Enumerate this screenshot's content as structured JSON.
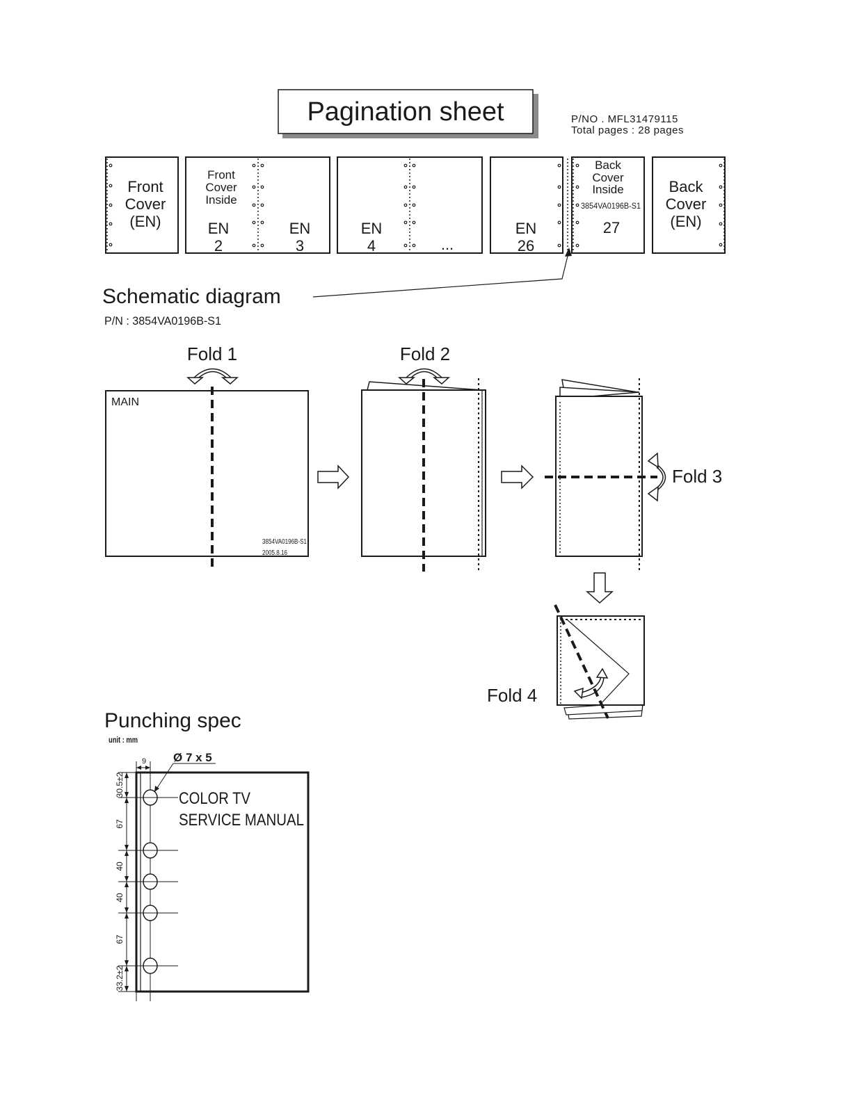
{
  "header": {
    "title": "Pagination sheet",
    "part_number": "P/NO . MFL31479115",
    "total_pages": "Total pages : 28 pages"
  },
  "pages": {
    "front_cover": [
      "Front",
      "Cover",
      "(EN)"
    ],
    "front_cover_inside": [
      "Front",
      "Cover",
      "Inside"
    ],
    "en2": [
      "EN",
      "2"
    ],
    "en3": [
      "EN",
      "3"
    ],
    "en4": [
      "EN",
      "4"
    ],
    "ellipsis": "...",
    "en26": [
      "EN",
      "26"
    ],
    "back_cover_inside": [
      "Back",
      "Cover",
      "Inside"
    ],
    "back_cover_inside_code": "3854VA0196B-S1",
    "page27": "27",
    "back_cover": [
      "Back",
      "Cover",
      "(EN)"
    ]
  },
  "schematic": {
    "title": "Schematic diagram",
    "part_number": "P/N : 3854VA0196B-S1"
  },
  "folds": {
    "fold1": "Fold 1",
    "fold2": "Fold 2",
    "fold3": "Fold 3",
    "fold4": "Fold 4",
    "main_label": "MAIN",
    "sheet_code": "3854VA0196B-S1",
    "sheet_date": "2005.8.16"
  },
  "punching": {
    "title": "Punching spec",
    "unit": "unit : mm",
    "hole_spec": "Ø 7 x 5",
    "margin": "9",
    "dims": [
      "30.5±2",
      "67",
      "40",
      "40",
      "67",
      "33.2±2"
    ],
    "cover_line1": "COLOR TV",
    "cover_line2": "SERVICE MANUAL"
  }
}
